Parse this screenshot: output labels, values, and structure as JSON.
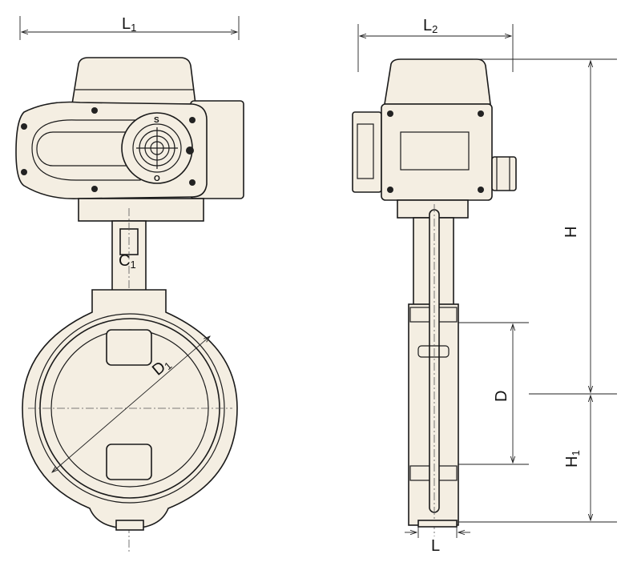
{
  "front_view": {
    "dim_L1": {
      "main": "L",
      "sub": "1"
    },
    "dim_C1": {
      "main": "C",
      "sub": "1"
    },
    "dim_D1": {
      "main": "D",
      "sub": "1"
    },
    "dial_marks": {
      "top": "S",
      "bottom": "O"
    }
  },
  "side_view": {
    "dim_L2": {
      "main": "L",
      "sub": "2"
    },
    "dim_H": "H",
    "dim_H1": {
      "main": "H",
      "sub": "1"
    },
    "dim_D": "D",
    "dim_L": "L"
  },
  "colors": {
    "body_fill": "#f4eee2",
    "line": "#1a1a1a"
  }
}
